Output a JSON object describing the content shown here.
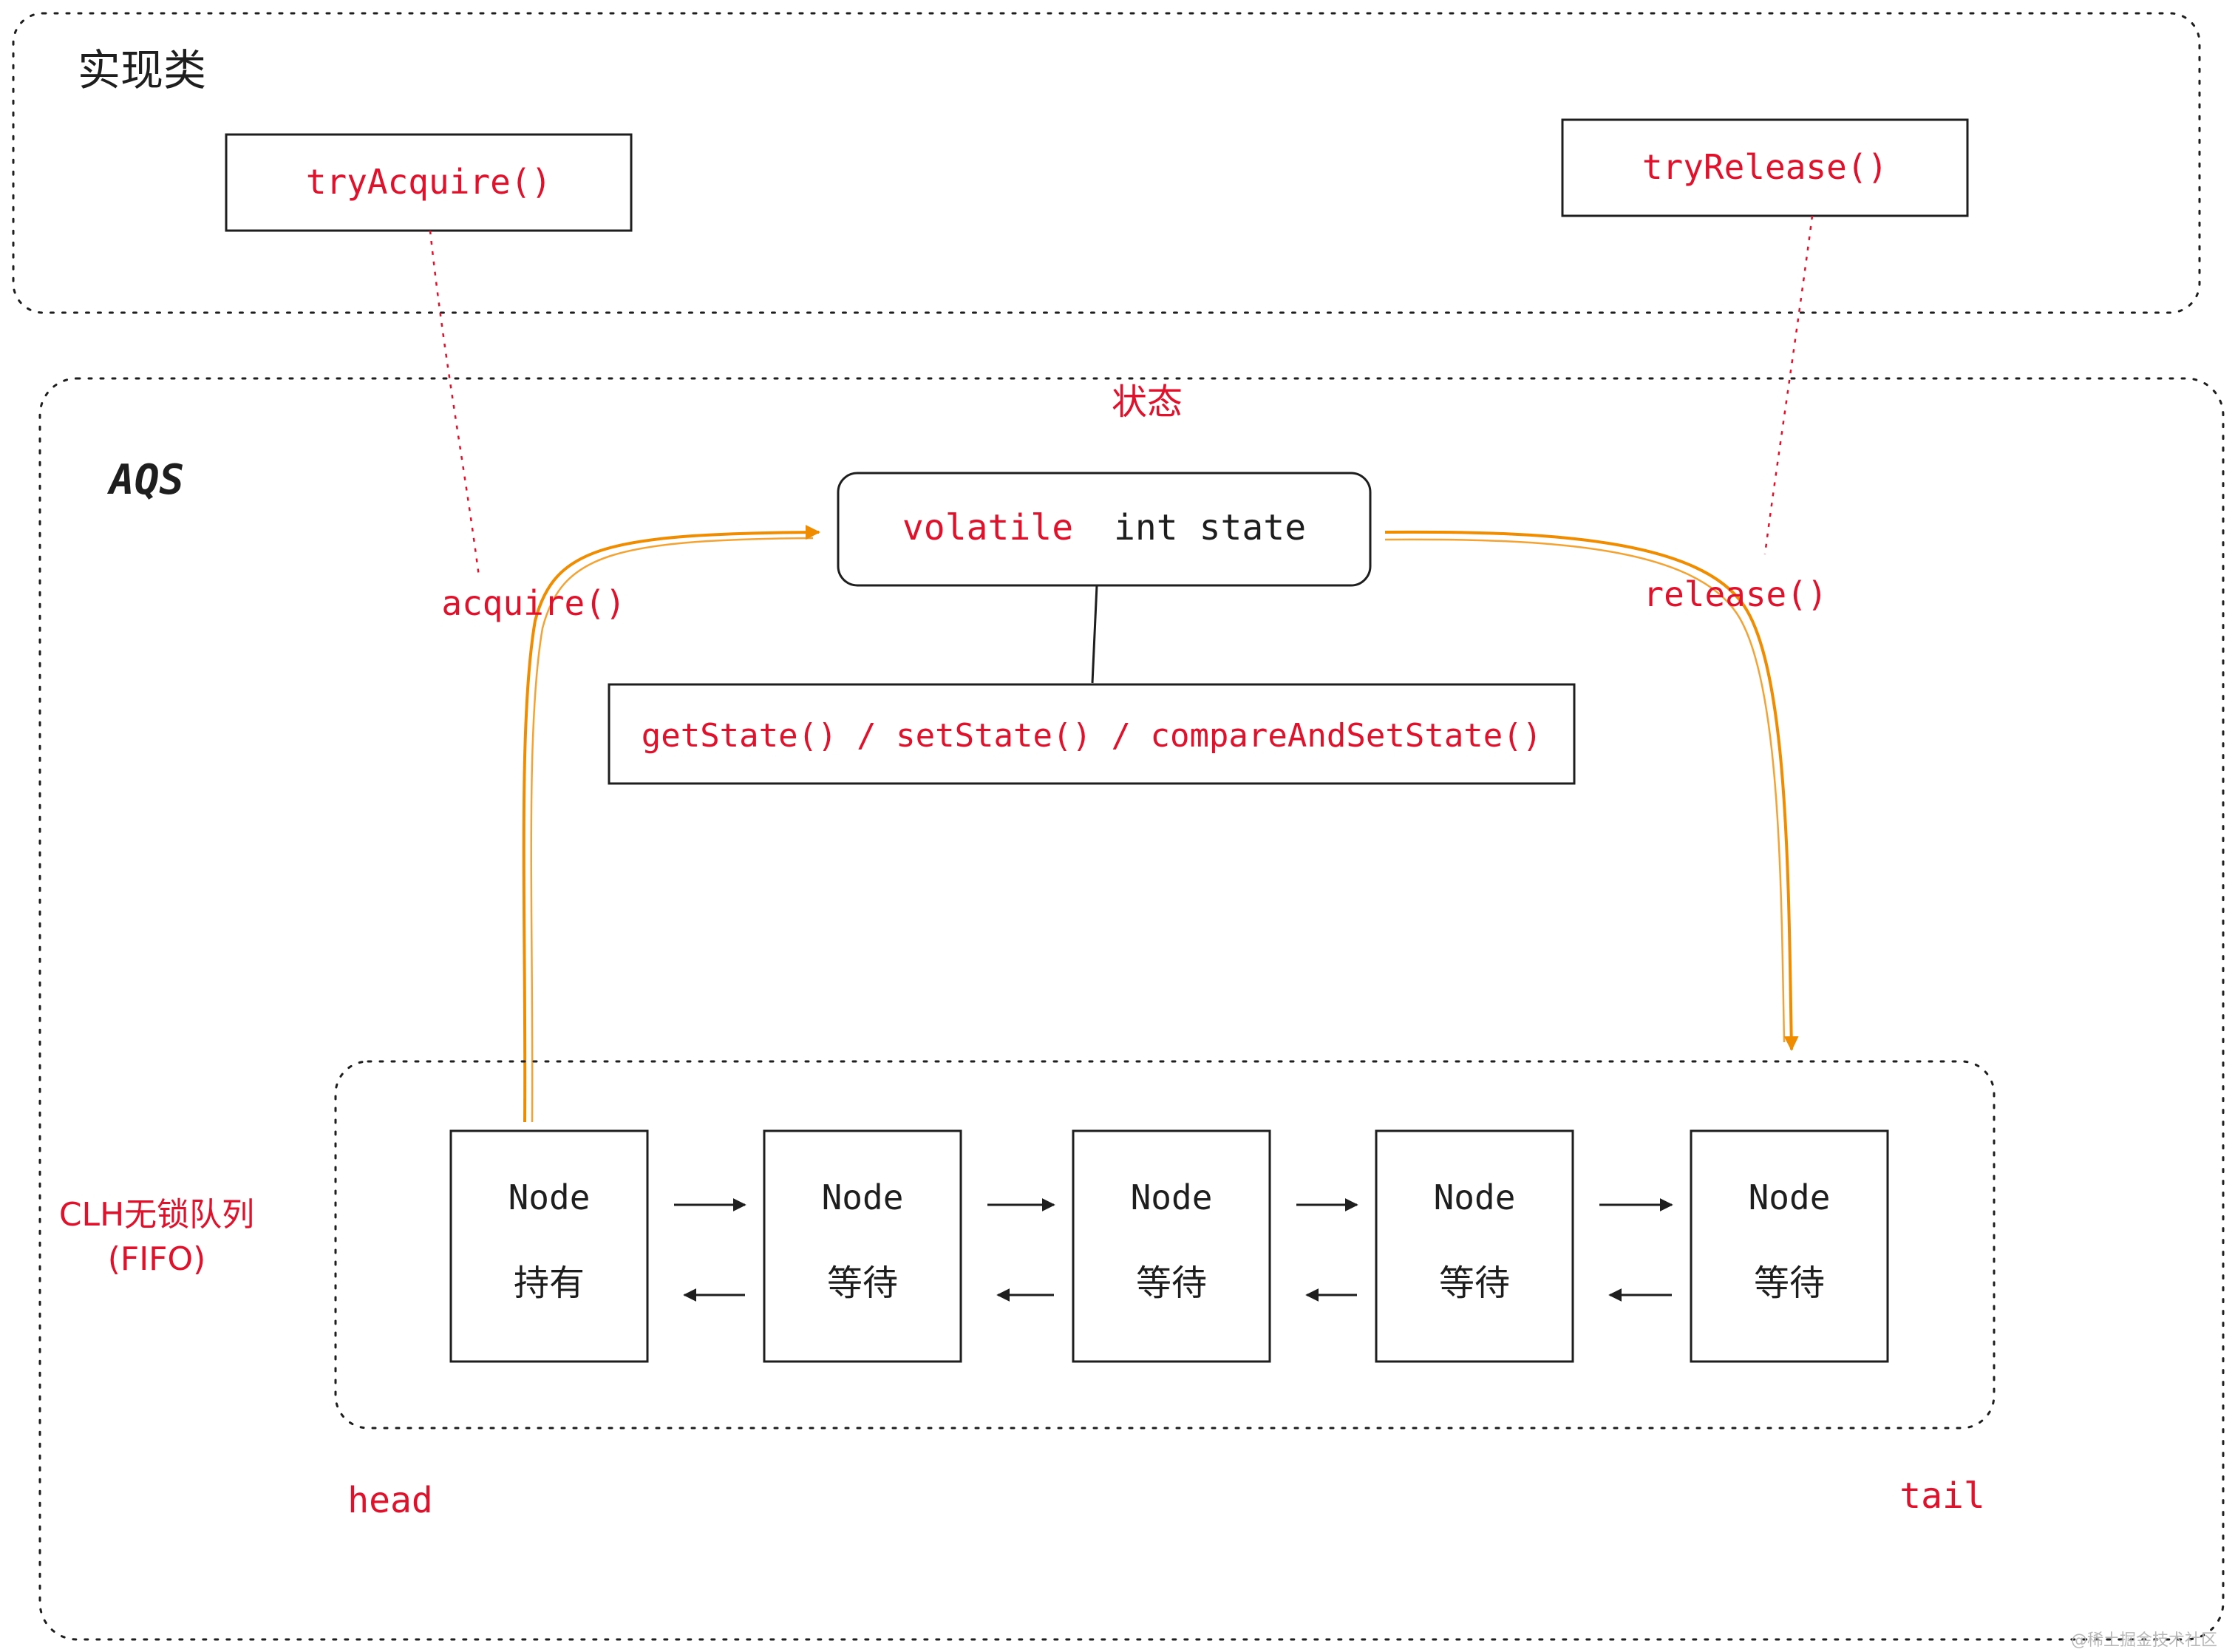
{
  "impl_group": {
    "title": "实现类",
    "try_acquire": "tryAcquire()",
    "try_release": "tryRelease()"
  },
  "aqs_group": {
    "title": "AQS",
    "state_caption": "状态",
    "state_keyword": "volatile",
    "state_decl": "int state",
    "state_methods": "getState() / setState() / compareAndSetState()",
    "acquire_label": "acquire()",
    "release_label": "release()"
  },
  "queue": {
    "label_line1": "CLH无锁队列",
    "label_line2": "(FIFO)",
    "head_label": "head",
    "tail_label": "tail",
    "nodes": [
      {
        "title": "Node",
        "status": "持有"
      },
      {
        "title": "Node",
        "status": "等待"
      },
      {
        "title": "Node",
        "status": "等待"
      },
      {
        "title": "Node",
        "status": "等待"
      },
      {
        "title": "Node",
        "status": "等待"
      }
    ]
  },
  "watermark": "@稀土掘金技术社区",
  "colors": {
    "label_red": "#e0112b",
    "arrow_orange": "#f08c00",
    "stroke_dark": "#1e1e1e"
  }
}
